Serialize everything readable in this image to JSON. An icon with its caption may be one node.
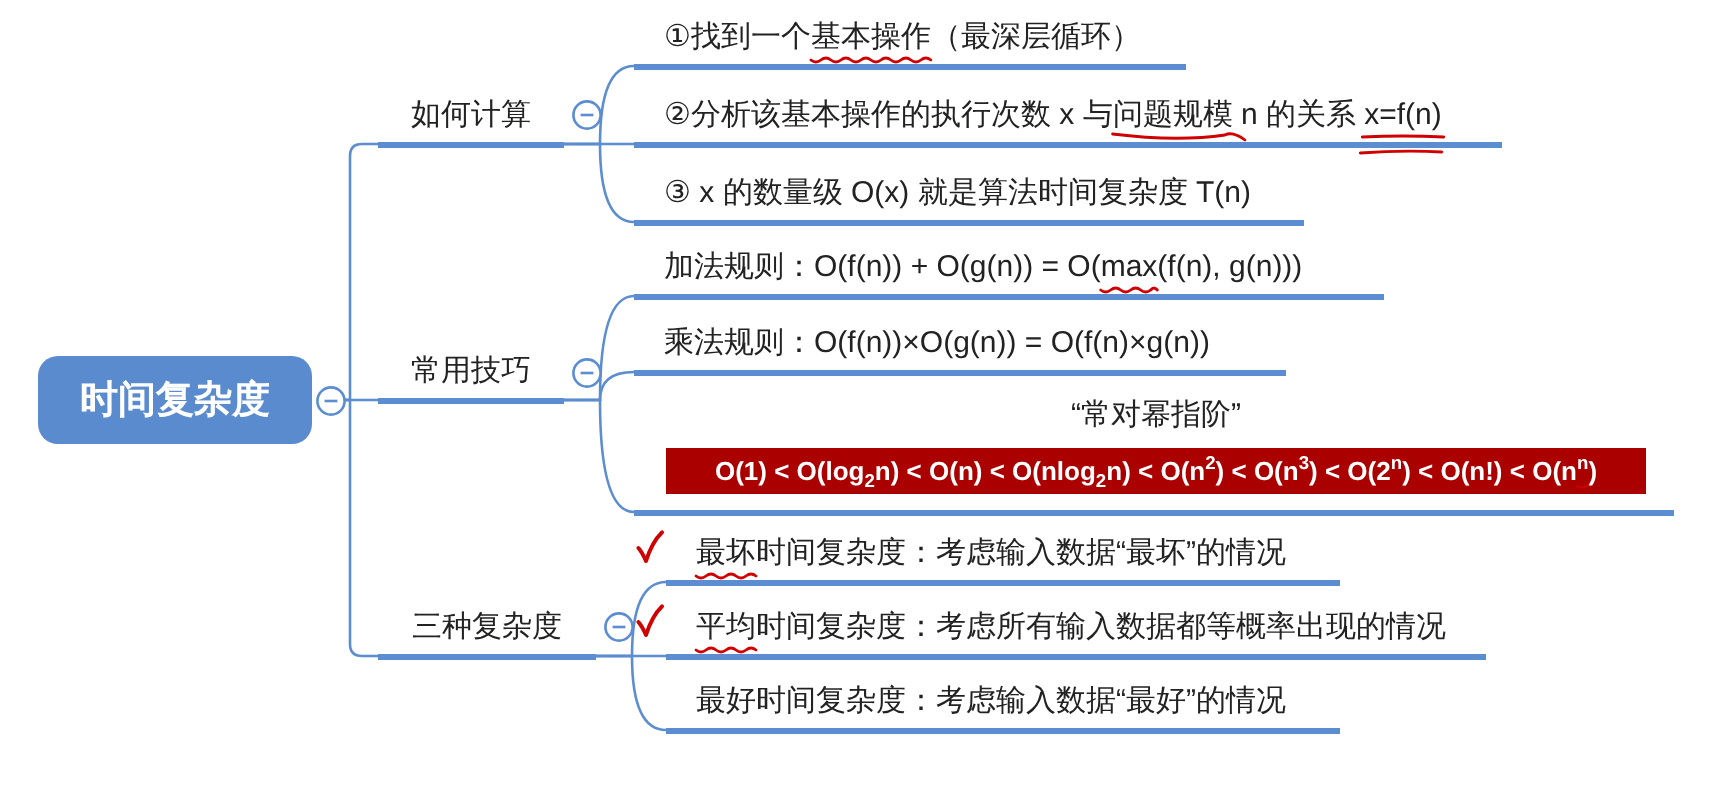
{
  "diagram": {
    "nodes": [
      {
        "text": [
          "时间复杂度"
        ]
      },
      {
        "text": [
          "如何计算"
        ]
      },
      {
        "text": [
          "①找到一个基本操作（最深层循环）"
        ]
      },
      {
        "text": [
          "②分析该基本操作的执行次数 x 与问题规模 n 的关系 x=f(n)"
        ]
      },
      {
        "text": [
          "③ x 的数量级 O(x) 就是算法时间复杂度 T(n)"
        ]
      },
      {
        "text": [
          "常用技巧"
        ]
      },
      {
        "text": [
          "加法规则：O(f(n)) + O(g(n)) = O(max(f(n), g(n)))"
        ]
      },
      {
        "text": [
          "乘法规则：O(f(n))×O(g(n)) = O(f(n)×g(n))"
        ]
      },
      {
        "text": [
          "“常对幂指阶”"
        ]
      },
      {
        "text": [
          "O(1) < O(log$_{2}$n) < O(n) < O(nlog$_{2}$n) < O(n$^{2}$) < O(n$^{3}$) < O(2$^{n}$) < O(n!) < O(n$^{n}$)"
        ],
        "in": 8
      },
      {
        "text": [
          "三种复杂度"
        ]
      },
      {
        "text": [
          "最坏时间复杂度：考虑输入数据“最坏”的情况"
        ]
      },
      {
        "text": [
          "平均时间复杂度：考虑所有输入数据都等概率出现的情况"
        ]
      },
      {
        "text": [
          "最好时间复杂度：考虑输入数据“最好”的情况"
        ]
      }
    ],
    "edges": [
      {
        "from": 0,
        "to": 1,
        "arrow": "none"
      },
      {
        "from": 0,
        "to": 5,
        "arrow": "none"
      },
      {
        "from": 0,
        "to": 10,
        "arrow": "none"
      },
      {
        "from": 1,
        "to": 2,
        "arrow": "none"
      },
      {
        "from": 1,
        "to": 3,
        "arrow": "none"
      },
      {
        "from": 1,
        "to": 4,
        "arrow": "none"
      },
      {
        "from": 5,
        "to": 6,
        "arrow": "none"
      },
      {
        "from": 5,
        "to": 7,
        "arrow": "none"
      },
      {
        "from": 5,
        "to": 8,
        "arrow": "none"
      },
      {
        "from": 10,
        "to": 11,
        "arrow": "none"
      },
      {
        "from": 10,
        "to": 12,
        "arrow": "none"
      },
      {
        "from": 10,
        "to": 13,
        "arrow": "none"
      }
    ]
  }
}
